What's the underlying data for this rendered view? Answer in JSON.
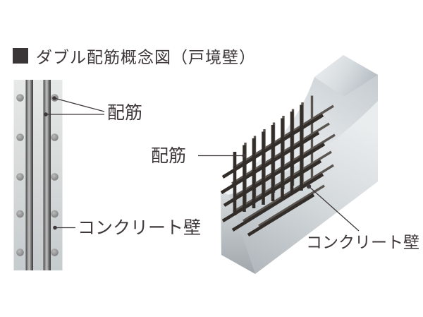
{
  "title": "ダブル配筋概念図（戸境壁）",
  "labels": {
    "left_rebar": "配筋",
    "left_wall": "コンクリート壁",
    "right_rebar": "配筋",
    "right_wall": "コンクリート壁"
  },
  "colors": {
    "text_and_lines": "#3e383a",
    "title_bullet": "#3a3537",
    "rebar_front": "#332d2a",
    "rebar_back": "#5a5550",
    "concrete_light": "#e6e9e8",
    "concrete_dark": "#c6cbce",
    "background": "#ffffff"
  }
}
